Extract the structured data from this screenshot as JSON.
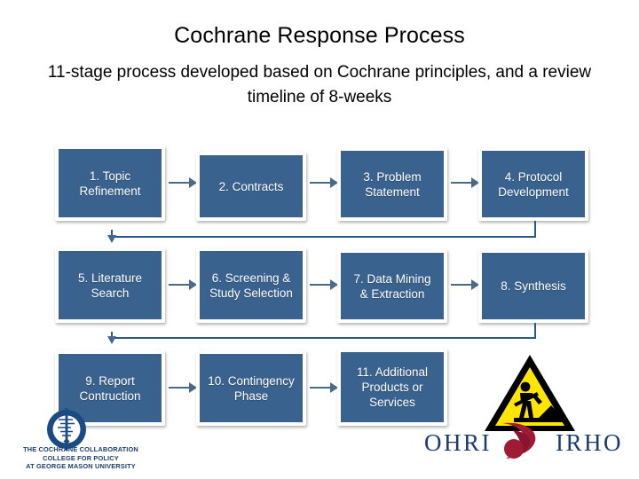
{
  "slide": {
    "title": "Cochrane Response Process",
    "subtitle": "11-stage process developed based on Cochrane principles, and a review timeline of 8-weeks",
    "background": "#ffffff"
  },
  "colors": {
    "box_fill": "#3a628f",
    "box_frame": "#ffffff",
    "box_text": "#ffffff",
    "arrow": "#496b88",
    "wrap_connector": "#2c5a86",
    "cochrane_blue": "#1a3f6e",
    "ohri_text": "#1b3c73",
    "ohri_swoosh": "#9e1b33",
    "sign_yellow": "#ffe500",
    "sign_black": "#000000",
    "title_text": "#000000"
  },
  "process": {
    "stage_count": 11,
    "rows": [
      {
        "row": 1,
        "stages": [
          {
            "number": 1,
            "label": "1. Topic\nRefinement"
          },
          {
            "number": 2,
            "label": "2. Contracts"
          },
          {
            "number": 3,
            "label": "3. Problem\nStatement"
          },
          {
            "number": 4,
            "label": "4. Protocol\nDevelopment"
          }
        ]
      },
      {
        "row": 2,
        "stages": [
          {
            "number": 5,
            "label": "5. Literature\nSearch"
          },
          {
            "number": 6,
            "label": "6. Screening &\nStudy Selection"
          },
          {
            "number": 7,
            "label": "7. Data Mining\n& Extraction"
          },
          {
            "number": 8,
            "label": "8. Synthesis"
          }
        ]
      },
      {
        "row": 3,
        "stages": [
          {
            "number": 9,
            "label": "9. Report\nContruction"
          },
          {
            "number": 10,
            "label": "10. Contingency\nPhase"
          },
          {
            "number": 11,
            "label": "11. Additional\nProducts or\nServices"
          }
        ]
      }
    ]
  },
  "icons": {
    "warning_sign": "construction-worker-warning-sign",
    "cochrane_mark": "cochrane-forest-plot-circle",
    "ohri_mark": "ohri-swoosh"
  },
  "logos": {
    "cochrane": {
      "line1": "THE COCHRANE COLLABORATION",
      "line2": "COLLEGE FOR POLICY",
      "line3": "AT GEORGE MASON UNIVERSITY",
      "text_block": "THE COCHRANE COLLABORATION\nCOLLEGE FOR POLICY\nAT GEORGE MASON UNIVERSITY"
    },
    "ohri": {
      "left": "OHRI",
      "right": "IRHO"
    }
  }
}
